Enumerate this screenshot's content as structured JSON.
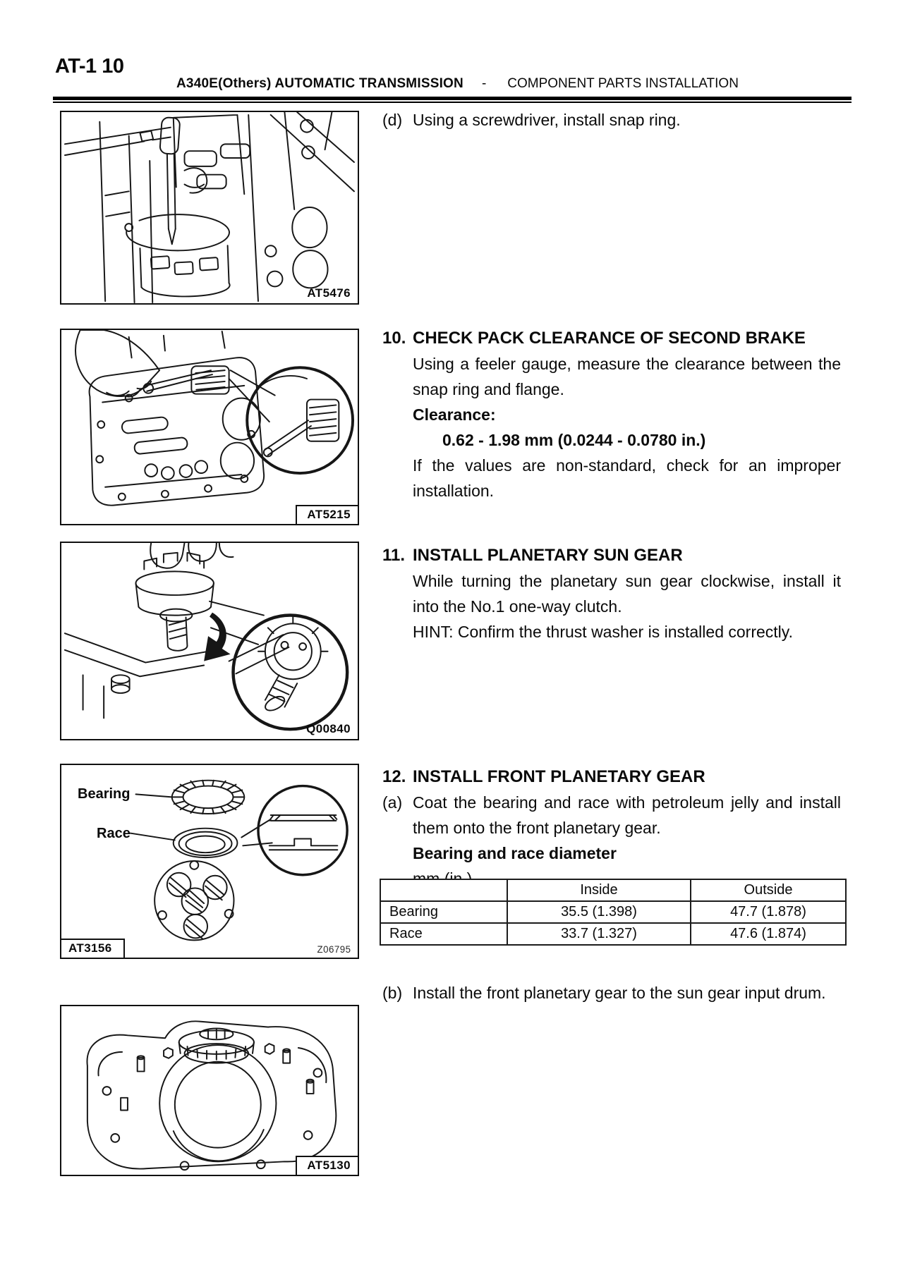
{
  "page": {
    "page_number": "AT-1 10",
    "section": "A340E(Others)  AUTOMATIC TRANSMISSION",
    "separator": "-",
    "chapter": "COMPONENT PARTS INSTALLATION"
  },
  "figures": [
    {
      "code": "AT5476"
    },
    {
      "code": "AT5215"
    },
    {
      "code": "Q00840"
    },
    {
      "code": "AT3156",
      "code_right": "Z06795",
      "labels": {
        "bearing": "Bearing",
        "race": "Race"
      }
    },
    {
      "code": "AT5130"
    }
  ],
  "steps": {
    "step_d": {
      "marker": "(d)",
      "text": "Using a screwdriver, install snap ring."
    },
    "step10": {
      "number": "10.",
      "title": "CHECK PACK CLEARANCE OF SECOND BRAKE",
      "body1": "Using a feeler gauge, measure the clearance between the snap ring and flange.",
      "clearance_label": "Clearance:",
      "clearance_value": "0.62 - 1.98 mm (0.0244 - 0.0780 in.)",
      "body2": "If the values are non-standard, check for an improper installation."
    },
    "step11": {
      "number": "11.",
      "title": "INSTALL PLANETARY SUN GEAR",
      "body1": "While turning the planetary sun gear clockwise, install it into the No.1 one-way clutch.",
      "hint": "HINT: Confirm the thrust washer is installed correctly."
    },
    "step12": {
      "number": "12.",
      "title": "INSTALL FRONT PLANETARY GEAR",
      "a_marker": "(a)",
      "a_text": "Coat the bearing and race with petroleum jelly and install them onto the front planetary gear.",
      "spec_title": "Bearing and race diameter",
      "spec_unit": "mm (in.)",
      "b_marker": "(b)",
      "b_text": "Install the front planetary gear to the sun gear input drum."
    }
  },
  "table": {
    "headers": [
      "",
      "Inside",
      "Outside"
    ],
    "rows": [
      {
        "label": "Bearing",
        "inside": "35.5 (1.398)",
        "outside": "47.7 (1.878)"
      },
      {
        "label": "Race",
        "inside": "33.7 (1.327)",
        "outside": "47.6 (1.874)"
      }
    ]
  }
}
